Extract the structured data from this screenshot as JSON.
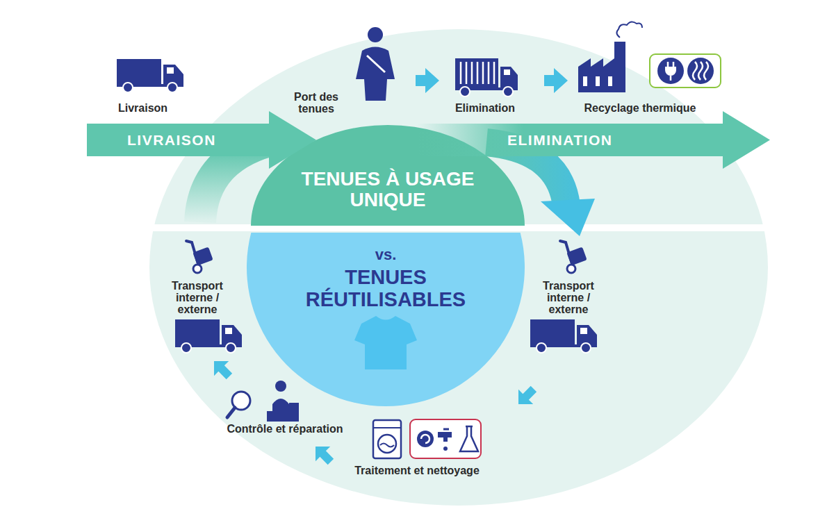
{
  "diagram": {
    "nodes": [
      {
        "text": [
          "LIVRAISON"
        ]
      },
      {
        "text": [
          "TENUES À USAGE UNIQUE"
        ]
      },
      {
        "text": [
          "ELIMINATION"
        ]
      },
      {
        "text": [
          "vs.",
          "TENUES RÉUTILISABLES"
        ]
      }
    ],
    "labels": [
      "Livraison",
      "Port des tenues",
      "Elimination",
      "Recyclage thermique",
      "Transport interne / externe",
      "Transport interne / externe",
      "Contrôle et réparation",
      "Traitement et nettoyage"
    ]
  }
}
